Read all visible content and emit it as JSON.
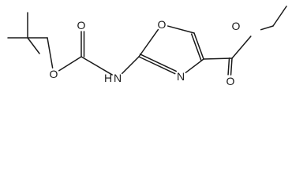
{
  "molecule": {
    "atoms": [
      {
        "id": "a1",
        "label": ""
      },
      {
        "id": "a2",
        "label": ""
      },
      {
        "id": "a3",
        "label": ""
      },
      {
        "id": "a4",
        "label": ""
      },
      {
        "id": "a5",
        "label": ""
      },
      {
        "id": "a6",
        "label": "O"
      },
      {
        "id": "a7",
        "label": ""
      },
      {
        "id": "a8",
        "label": "O"
      },
      {
        "id": "a9",
        "label": "H"
      },
      {
        "id": "a9n",
        "label": "N"
      },
      {
        "id": "a10",
        "label": ""
      },
      {
        "id": "a11",
        "label": "O"
      },
      {
        "id": "a12",
        "label": ""
      },
      {
        "id": "a13",
        "label": ""
      },
      {
        "id": "a14",
        "label": "N"
      },
      {
        "id": "a15",
        "label": ""
      },
      {
        "id": "a16",
        "label": "O"
      },
      {
        "id": "a17",
        "label": "O"
      },
      {
        "id": "a18",
        "label": ""
      },
      {
        "id": "a19",
        "label": ""
      }
    ],
    "bonds": [
      [
        "a1",
        "a2",
        1
      ],
      [
        "a2",
        "a3",
        1
      ],
      [
        "a2",
        "a4",
        1
      ],
      [
        "a2",
        "a5",
        1
      ],
      [
        "a5",
        "a6",
        1
      ],
      [
        "a6",
        "a7",
        1
      ],
      [
        "a7",
        "a8",
        2
      ],
      [
        "a7",
        "a9n",
        1
      ],
      [
        "a9n",
        "a10",
        1
      ],
      [
        "a10",
        "a11",
        1
      ],
      [
        "a11",
        "a12",
        1
      ],
      [
        "a12",
        "a13",
        2
      ],
      [
        "a13",
        "a14",
        1
      ],
      [
        "a14",
        "a10",
        2
      ],
      [
        "a13",
        "a15",
        1
      ],
      [
        "a15",
        "a16",
        2
      ],
      [
        "a15",
        "a17",
        1
      ],
      [
        "a17",
        "a18",
        1
      ],
      [
        "a18",
        "a19",
        1
      ]
    ]
  }
}
